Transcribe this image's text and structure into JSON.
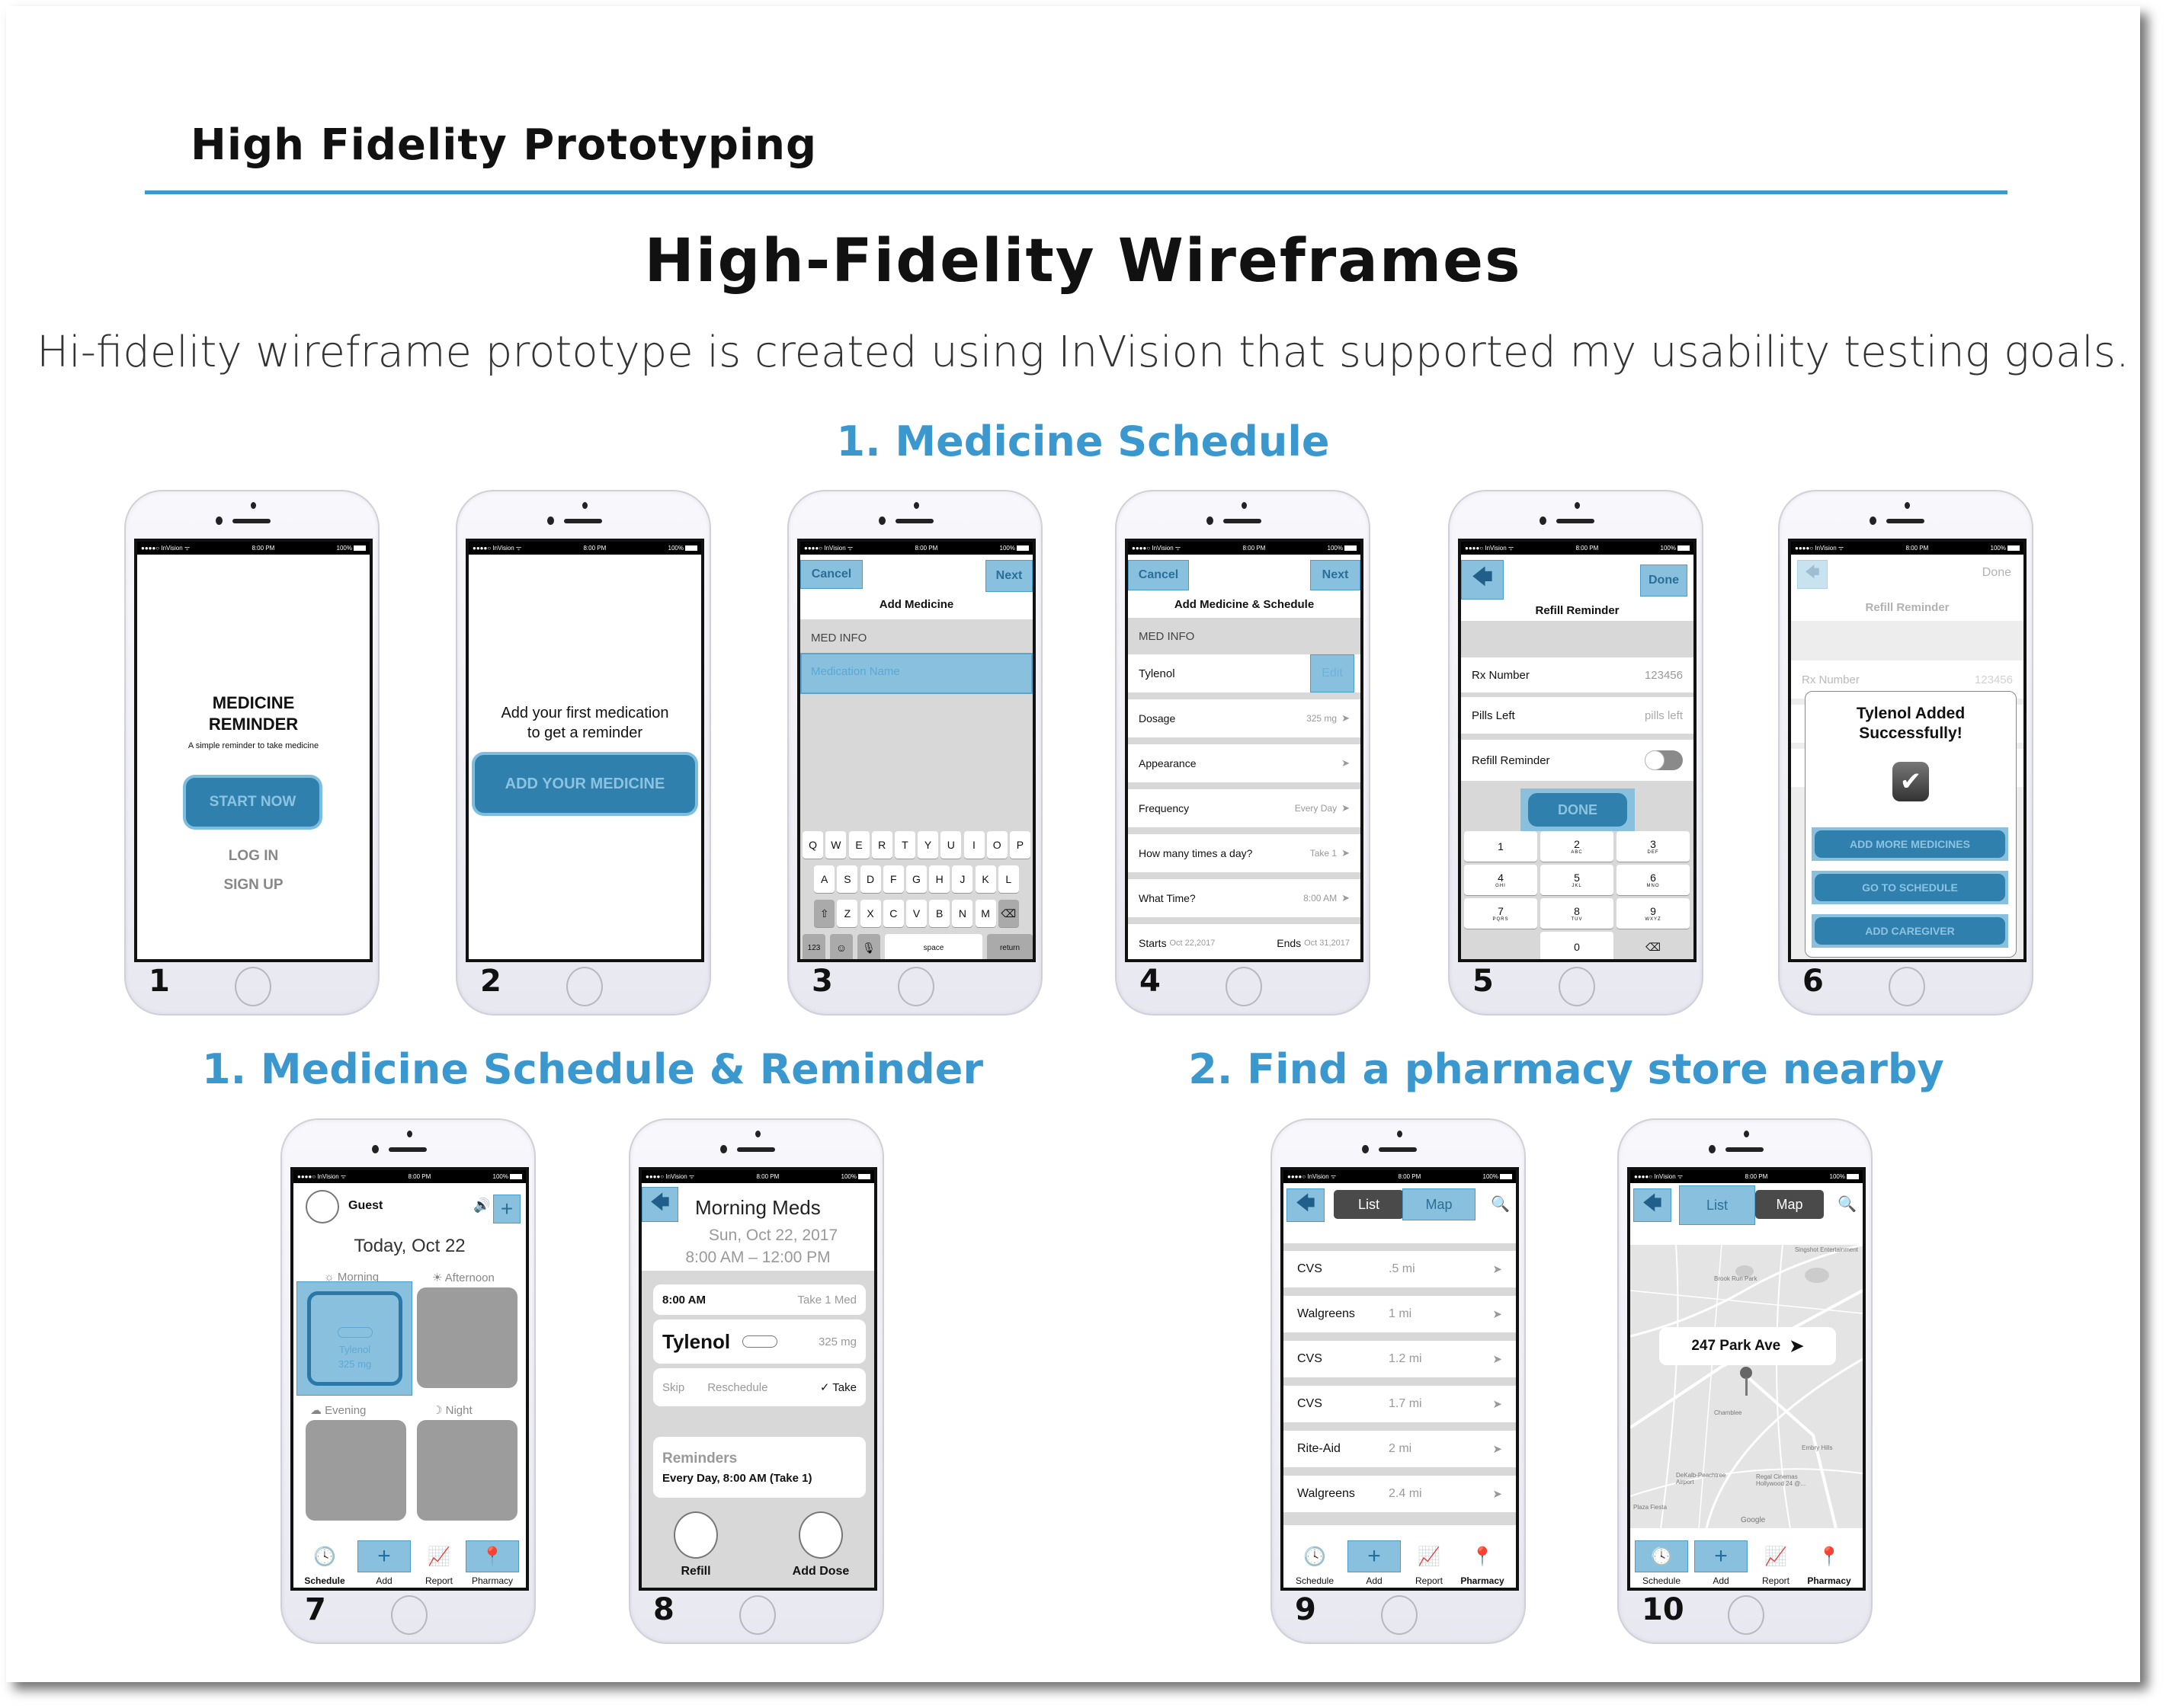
{
  "header": {
    "title": "High Fidelity Prototyping",
    "accent": "#3a98d0"
  },
  "main": {
    "title": "High-Fidelity Wireframes",
    "subtitle": "Hi-fidelity wireframe prototype is created using InVision that supported my usability testing goals."
  },
  "sections": {
    "s1": "1. Medicine Schedule",
    "s2": "1. Medicine Schedule & Reminder",
    "s3": "2. Find a pharmacy store nearby"
  },
  "colors": {
    "heading_blue": "#3a98cf",
    "highlight": "#89c0dd",
    "button_blue": "#2f80ad"
  },
  "status": {
    "carrier": "●●●●○ InVision ᯤ",
    "time": "8:00 PM",
    "battery": "100%"
  },
  "phones": {
    "p1": {
      "num": "1",
      "title_1": "MEDICINE",
      "title_2": "REMINDER",
      "subtitle": "A simple reminder to take medicine",
      "start": "START NOW",
      "login": "LOG IN",
      "signup": "SIGN UP"
    },
    "p2": {
      "num": "2",
      "text_1": "Add your first medication",
      "text_2": "to get a reminder",
      "button": "ADD YOUR MEDICINE"
    },
    "p3": {
      "num": "3",
      "cancel": "Cancel",
      "next": "Next",
      "title": "Add Medicine",
      "section": "MED INFO",
      "placeholder": "Medication Name",
      "keys": [
        [
          "Q",
          "W",
          "E",
          "R",
          "T",
          "Y",
          "U",
          "I",
          "O",
          "P"
        ],
        [
          "A",
          "S",
          "D",
          "F",
          "G",
          "H",
          "J",
          "K",
          "L"
        ],
        [
          "⇧",
          "Z",
          "X",
          "C",
          "V",
          "B",
          "N",
          "M",
          "⌫"
        ],
        [
          "123",
          "☺",
          "🎙",
          "space",
          "return"
        ]
      ]
    },
    "p4": {
      "num": "4",
      "cancel": "Cancel",
      "next": "Next",
      "title": "Add Medicine & Schedule",
      "section": "MED INFO",
      "med": "Tylenol",
      "edit": "Edit",
      "rows": [
        {
          "label": "Dosage",
          "value": "325 mg"
        },
        {
          "label": "Appearance",
          "value": ""
        },
        {
          "label": "Frequency",
          "value": "Every Day"
        },
        {
          "label": "How many times a day?",
          "value": "Take 1"
        },
        {
          "label": "What Time?",
          "value": "8:00 AM"
        }
      ],
      "starts_label": "Starts",
      "starts": "Oct 22,2017",
      "ends_label": "Ends",
      "ends": "Oct 31,2017"
    },
    "p5": {
      "num": "5",
      "done": "Done",
      "title": "Refill Reminder",
      "rx_label": "Rx Number",
      "rx": "123456",
      "pills_label": "Pills Left",
      "pills_placeholder": "pills left",
      "refill_label": "Refill Reminder",
      "refill_on": false,
      "done_button": "DONE",
      "keypad": [
        [
          "1",
          ""
        ],
        [
          "2",
          "ABC"
        ],
        [
          "3",
          "DEF"
        ],
        [
          "4",
          "GHI"
        ],
        [
          "5",
          "JKL"
        ],
        [
          "6",
          "MNO"
        ],
        [
          "7",
          "PQRS"
        ],
        [
          "8",
          "TUV"
        ],
        [
          "9",
          "WXYZ"
        ],
        [
          "",
          ""
        ],
        [
          "0",
          ""
        ],
        [
          "⌫",
          ""
        ]
      ]
    },
    "p6": {
      "num": "6",
      "done": "Done",
      "title": "Refill Reminder",
      "rx_label": "Rx Number",
      "rx": "123456",
      "modal_title_1": "Tylenol Added",
      "modal_title_2": "Successfully!",
      "add_more": "ADD MORE MEDICINES",
      "go_schedule": "GO TO SCHEDULE",
      "add_caregiver": "ADD CAREGIVER"
    },
    "p7": {
      "num": "7",
      "user": "Guest",
      "date": "Today, Oct 22",
      "morning": "Morning",
      "afternoon": "Afternoon",
      "evening": "Evening",
      "night": "Night",
      "med": "Tylenol",
      "dose": "325 mg"
    },
    "p8": {
      "num": "8",
      "title": "Morning Meds",
      "date": "Sun, Oct 22, 2017",
      "time_range": "8:00 AM – 12:00 PM",
      "slot_time": "8:00 AM",
      "slot_take": "Take 1 Med",
      "med": "Tylenol",
      "dose": "325 mg",
      "skip": "Skip",
      "reschedule": "Reschedule",
      "take": "✓ Take",
      "reminders_title": "Reminders",
      "reminders_text": "Every Day, 8:00 AM (Take 1)",
      "refill": "Refill",
      "add_dose": "Add Dose"
    },
    "p9": {
      "num": "9",
      "list": "List",
      "map": "Map",
      "pharmacies": [
        {
          "name": "CVS",
          "dist": ".5 mi"
        },
        {
          "name": "Walgreens",
          "dist": "1 mi"
        },
        {
          "name": "CVS",
          "dist": "1.2 mi"
        },
        {
          "name": "CVS",
          "dist": "1.7 mi"
        },
        {
          "name": "Rite-Aid",
          "dist": "2 mi"
        },
        {
          "name": "Walgreens",
          "dist": "2.4 mi"
        }
      ]
    },
    "p10": {
      "num": "10",
      "list": "List",
      "map": "Map",
      "address": "247 Park Ave",
      "map_labels": [
        "Singshot Entertainment",
        "Brook Run Park",
        "Chamblee",
        "Embry Hills",
        "DeKalb-Peachtree Airport",
        "Regal Cinemas Hollywood 24 @...",
        "Plaza Fiesta",
        "Google"
      ]
    }
  },
  "tabbar": {
    "items": [
      "Schedule",
      "Add",
      "Report",
      "Pharmacy"
    ]
  }
}
